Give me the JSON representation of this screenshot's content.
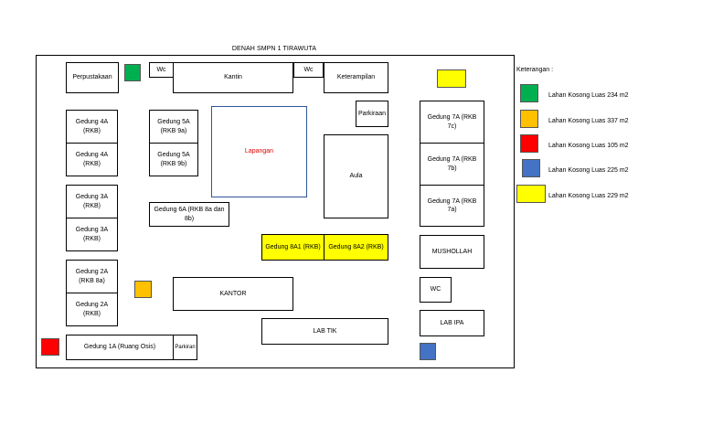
{
  "title": "DENAH SMPN 1 TIRAWUTA",
  "buildings": {
    "perpustakaan": "Perpustakaan",
    "wc_left": "Wc",
    "kantin": "Kantin",
    "wc_right": "Wc",
    "keterampilan": "Keterampilan",
    "gedung_4a_1": "Gedung 4A\n(RKB)",
    "gedung_4a_2": "Gedung 4A\n(RKB)",
    "gedung_3a_1": "Gedung 3A\n(RKB)",
    "gedung_3a_2": "Gedung 3A\n(RKB)",
    "gedung_2a_1": "Gedung 2A\n(RKB 8a)",
    "gedung_2a_2": "Gedung 2A\n(RKB)",
    "gedung_1a": "Gedung 1A (Ruang Osis)",
    "parkiran_left": "Parkiran",
    "gedung_5a_1": "Gedung 5A\n(RKB 9a)",
    "gedung_5a_2": "Gedung 5A\n(RKB 9b)",
    "lapangan": "Lapangan",
    "gedung_6a": "Gedung 6A (RKB 8a dan 8b)",
    "parkiraan": "Parkiraan",
    "aula": "Aula",
    "gedung_8a1": "Gedung 8A1 (RKB)",
    "gedung_8a2": "Gedung 8A2 (RKB)",
    "kantor": "KANTOR",
    "lab_tik": "LAB TIK",
    "gedung_7a_c": "Gedung 7A (RKB 7c)",
    "gedung_7a_b": "Gedung 7A (RKB 7b)",
    "gedung_7a_a": "Gedung 7A (RKB 7a)",
    "musholah": "MUSHOLLAH",
    "wc_bottom": "WC",
    "lab_ipa": "LAB IPA"
  },
  "legend": {
    "title": "Keterangan :",
    "items": [
      {
        "label": "Lahan Kosong Luas 234 m2",
        "color": "#00b050"
      },
      {
        "label": "Lahan Kosong Luas 337 m2",
        "color": "#ffc000"
      },
      {
        "label": "Lahan Kosong Luas 105 m2",
        "color": "#ff0000"
      },
      {
        "label": "Lahan Kosong Luas 225 m2",
        "color": "#4472c4"
      },
      {
        "label": "Lahan Kosong Luas 229 m2",
        "color": "#ffff00"
      }
    ]
  },
  "colors": {
    "highlight_building": "#ffff00",
    "lapangan_label": "#e00000",
    "lapangan_border": "#2f5597"
  }
}
